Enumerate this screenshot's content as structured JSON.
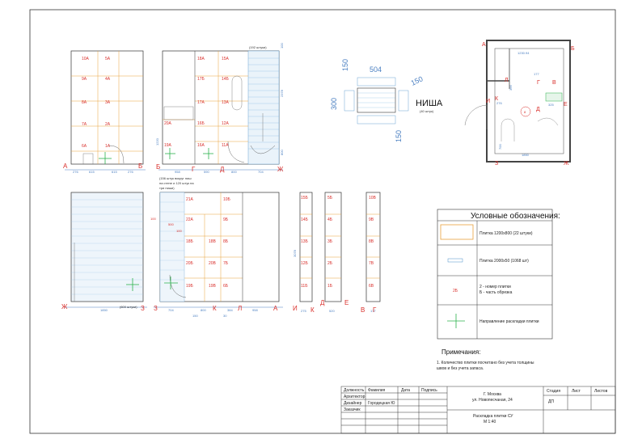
{
  "sheet": {
    "legend": {
      "title": "Условные обозначения:",
      "items": [
        {
          "label": "Плитка 1200х800 (22 штуки)"
        },
        {
          "label": "Плитка 2000х50 (1068 шт)"
        },
        {
          "code": "2Б",
          "label_line1": "2 - номер плитки",
          "label_line2": "Б - часть обрезка"
        },
        {
          "label": "Направление раскладки плитки"
        }
      ]
    },
    "notes": {
      "title": "Примечания:",
      "line1": "1. Количество плитки посчитано без учета толщины",
      "line2": "швов и без учета запаса."
    },
    "title_block": {
      "rows": [
        "Должность",
        "Архитектор",
        "Дизайнер",
        "Заказчик"
      ],
      "col_headers": [
        "Фамилия",
        "Дата",
        "Подпись"
      ],
      "designer_name": "Городецкая Ю",
      "address_line1": "Г. Москва",
      "address_line2": "ул. Новопесчаная, 24",
      "sheet_title_line1": "Раскладка плитки СУ",
      "sheet_title_line2": "М 1:40",
      "stage_header": "Стадия",
      "sheet_header": "Лист",
      "sheets_header": "Листов",
      "stage_value": "ДП"
    },
    "annotations": {
      "count_192": "(192 штуки)",
      "count_156": "(156 штук вокруг ниш",
      "count_156_l2": "на стене и 120 штук на",
      "count_156_l3": "три ниши)",
      "count_600": "(600 штуки)",
      "niche_title": "НИША",
      "niche_count": "(40 штук)",
      "niche_dims": [
        "150",
        "504",
        "150",
        "300",
        "150"
      ]
    },
    "elev1": {
      "tiles": [
        "10А",
        "5А",
        "9А",
        "4А",
        "8А",
        "3А",
        "7А",
        "2А",
        "6А",
        "1А"
      ],
      "dims": [
        "276",
        "615",
        "615",
        "276"
      ],
      "ends": [
        "А",
        "Б"
      ]
    },
    "elev2": {
      "tiles": [
        "18А",
        "15А",
        "17Б",
        "14Б",
        "17А",
        "13А",
        "16Б",
        "12А",
        "16А",
        "11А"
      ],
      "left_tiles": [
        "20А",
        "19А"
      ],
      "dims": [
        "958",
        "590",
        "800",
        "704"
      ],
      "vert_dims": [
        "100",
        "2378",
        "800",
        "1220"
      ],
      "ends": [
        "Б",
        "Г",
        "Д",
        "Ж"
      ]
    },
    "elev3": {
      "tiles": [
        "21А",
        "10Б",
        "22А",
        "9Б",
        "18Б",
        "18В",
        "8Б",
        "20Б",
        "20В",
        "7Б",
        "19Б",
        "19В",
        "6Б"
      ],
      "dims": [
        "704",
        "800",
        "384",
        "958",
        "150",
        "30"
      ],
      "side_dims": [
        "100",
        "500",
        "100"
      ],
      "ends": [
        "З",
        "К",
        "Л",
        "А"
      ]
    },
    "elev4": {
      "dim": "1850",
      "ends": [
        "Ж",
        "З"
      ]
    },
    "strip1": {
      "tiles": [
        "15Б",
        "14Б",
        "13Б",
        "12Б",
        "11Б"
      ],
      "dim": "275",
      "vert": "3078",
      "ends": [
        "И",
        "К"
      ]
    },
    "strip2": {
      "tiles": [
        "5Б",
        "4Б",
        "3Б",
        "2Б",
        "1Б"
      ],
      "dim": "520",
      "ends": [
        "Д",
        "Е"
      ]
    },
    "strip3": {
      "tiles": [
        "10В",
        "9В",
        "8В",
        "7В",
        "6В"
      ],
      "dim": "177",
      "ends": [
        "В",
        "Г"
      ]
    },
    "plan": {
      "letters": [
        "А",
        "Б",
        "Л",
        "Г",
        "В",
        "И",
        "К",
        "Д",
        "Е",
        "З",
        "Ж"
      ],
      "dims": [
        "1230.94",
        "177",
        "366",
        "320",
        "325",
        "276",
        "700",
        "1850"
      ],
      "room_no": "8"
    }
  }
}
